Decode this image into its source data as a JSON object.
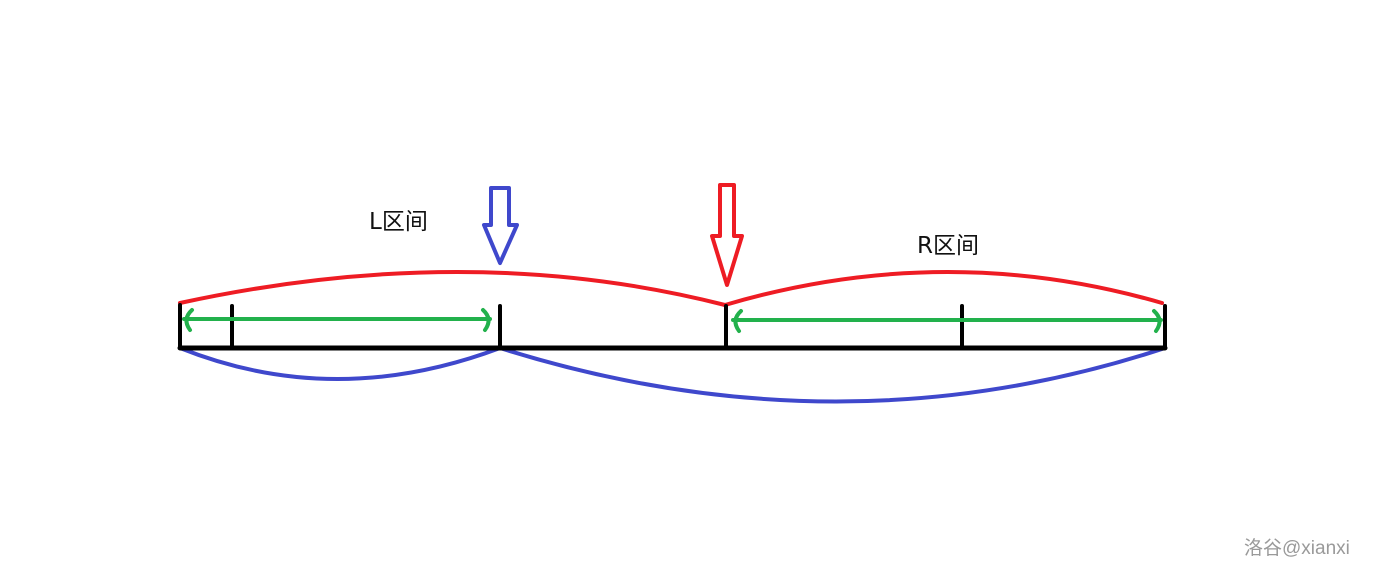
{
  "labels": {
    "left_interval": "L区间",
    "right_interval": "R区间"
  },
  "watermark": "洛谷@xianxi",
  "colors": {
    "line": "#000000",
    "red": "#ee1c24",
    "blue": "#3f48cc",
    "green": "#22b14c"
  }
}
